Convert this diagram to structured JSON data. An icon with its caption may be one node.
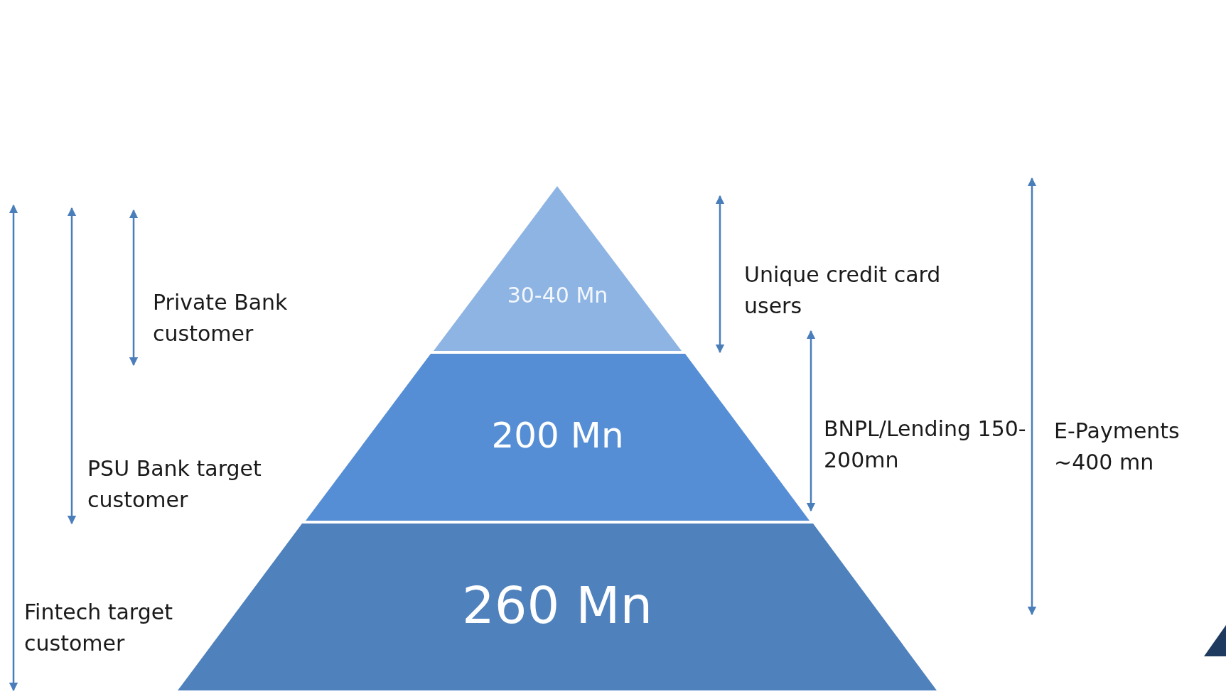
{
  "diagram": {
    "nodes": [
      {
        "text": [
          "30-40 Mn"
        ]
      },
      {
        "text": [
          "200 Mn"
        ]
      },
      {
        "text": [
          "260 Mn"
        ]
      }
    ],
    "labels": [
      "Private Bank customer",
      "PSU Bank target customer",
      "Fintech target customer",
      "Unique credit card users",
      "BNPL/Lending 150-200mn",
      "E-Payments ~400 mn"
    ]
  }
}
